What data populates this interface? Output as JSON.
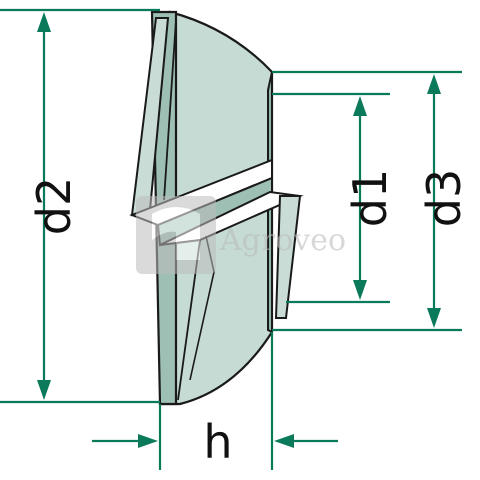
{
  "diagram": {
    "colors": {
      "dimension_line": "#0b7a5a",
      "body_fill": "#b9d3cc",
      "body_dark": "#8fb6aa",
      "outline": "#1a1a1a",
      "label_text": "#111111",
      "watermark": "#bdbdbd"
    },
    "labels": {
      "d2": "d2",
      "d1": "d1",
      "d3": "d3",
      "h": "h"
    },
    "watermark": {
      "text": "Agroveo",
      "icon": "agroveo-logo-icon"
    }
  }
}
